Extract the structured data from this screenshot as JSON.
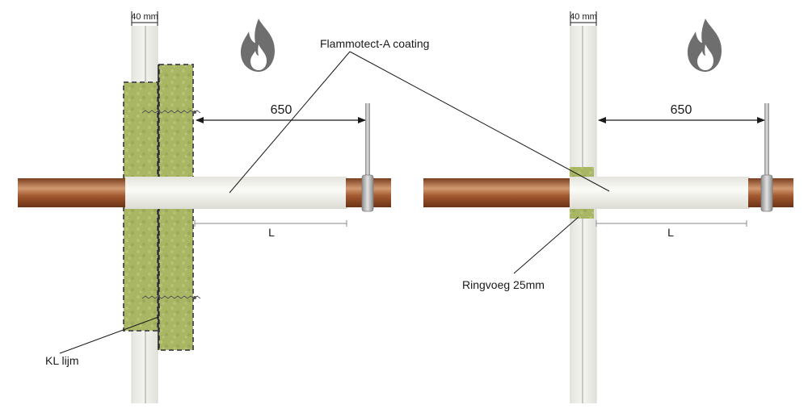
{
  "labels": {
    "wall_left": "40 mm",
    "wall_right": "40 mm",
    "coating": "Flammotect-A coating",
    "dim_left": "650",
    "dim_right": "650",
    "length_left": "L",
    "length_right": "L",
    "adhesive": "KL lijm",
    "ring_joint": "Ringvoeg 25mm"
  },
  "colors": {
    "pipe": "#a35a30",
    "pipe_highlight": "#d39a72",
    "coating": "#f6f5f0",
    "mineral_wool": "#a9b764",
    "wall": "#ebebe6",
    "fire": "#6e6e6e",
    "line": "#1a1a1a"
  },
  "icons": {
    "fire_left": "fire-icon",
    "fire_right": "fire-icon"
  }
}
